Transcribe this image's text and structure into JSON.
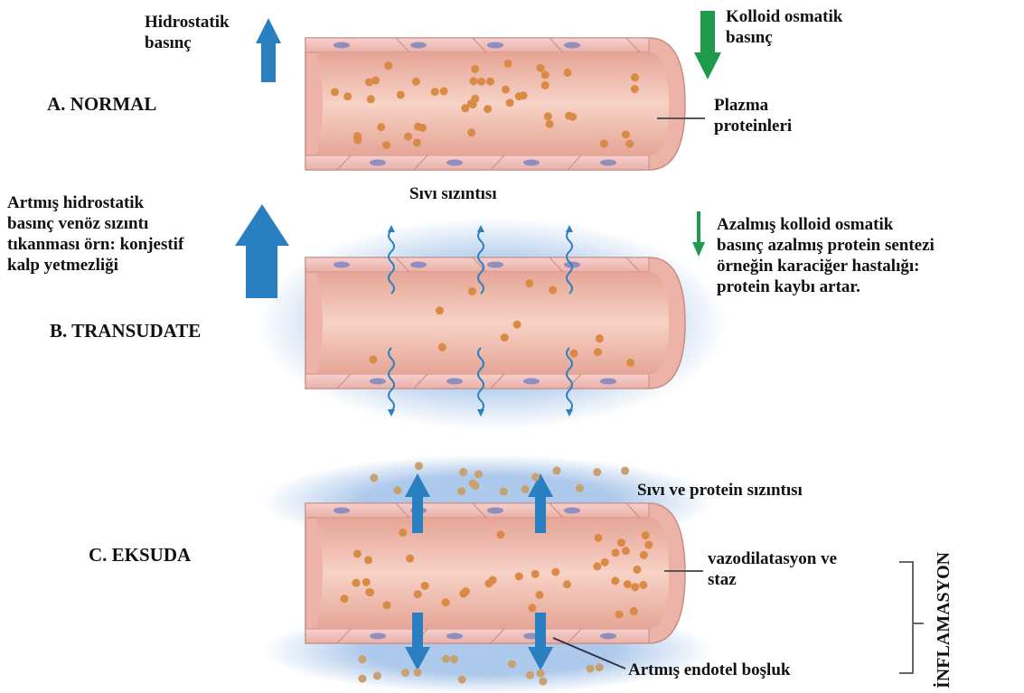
{
  "sections": {
    "normal": {
      "title": "A. NORMAL",
      "left_label": [
        "Hidrostatik",
        "basınç"
      ],
      "right_label": [
        "Kolloid osmatik",
        "basınç"
      ],
      "protein_label": [
        "Plazma",
        "proteinleri"
      ]
    },
    "transudate": {
      "title": "B. TRANSUDATE",
      "top_label": "Sıvı sızıntısı",
      "left_label": [
        "Artmış hidrostatik",
        "basınç venöz sızıntı",
        "tıkanması örn: konjestif",
        "kalp yetmezliği"
      ],
      "right_label": [
        "Azalmış kolloid osmatik",
        "basınç azalmış protein sentezi",
        "örneğin karaciğer hastalığı:",
        "protein kaybı artar."
      ]
    },
    "eksuda": {
      "title": "C. EKSUDA",
      "top_label": "Sıvı ve protein sızıntısı",
      "vessel_label": [
        "vazodilatasyon ve",
        "staz"
      ],
      "gap_label": "Artmış endotel boşluk",
      "side_label": "İNFLAMASYON"
    }
  },
  "colors": {
    "hydrostatic_arrow": "#2a7fc0",
    "oncotic_arrow": "#1e9a4a",
    "vessel_wall": "#f0b9b4",
    "vessel_lumen": "#eaa79a",
    "plasma_protein": "#d98a45",
    "fluid_halo": "#a9c6ea"
  }
}
